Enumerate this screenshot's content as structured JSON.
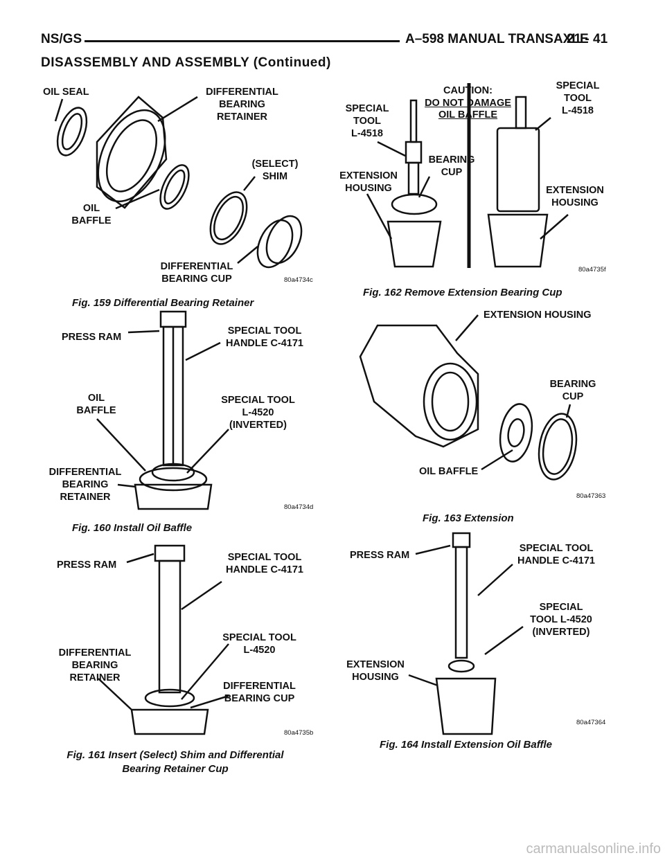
{
  "header": {
    "left": "NS/GS",
    "right": "A–598 MANUAL TRANSAXLE",
    "page": "21 - 41"
  },
  "subheading": "DISASSEMBLY AND ASSEMBLY (Continued)",
  "fig159": {
    "caption": "Fig. 159 Differential Bearing Retainer",
    "code": "80a4734c",
    "labels": {
      "oil_seal": "OIL SEAL",
      "retainer": "DIFFERENTIAL\nBEARING\nRETAINER",
      "shim": "(SELECT)\nSHIM",
      "baffle": "OIL\nBAFFLE",
      "cup": "DIFFERENTIAL\nBEARING CUP"
    }
  },
  "fig160": {
    "caption": "Fig. 160 Install Oil Baffle",
    "code": "80a4734d",
    "labels": {
      "press_ram": "PRESS RAM",
      "handle": "SPECIAL TOOL\nHANDLE C-4171",
      "baffle": "OIL\nBAFFLE",
      "tool": "SPECIAL TOOL\nL-4520\n(INVERTED)",
      "retainer": "DIFFERENTIAL\nBEARING\nRETAINER"
    }
  },
  "fig161": {
    "caption": "Fig. 161 Insert (Select) Shim and Differential\nBearing Retainer Cup",
    "code": "80a4735b",
    "labels": {
      "press_ram": "PRESS RAM",
      "handle": "SPECIAL TOOL\nHANDLE C-4171",
      "retainer": "DIFFERENTIAL\nBEARING\nRETAINER",
      "tool": "SPECIAL TOOL\nL-4520",
      "cup": "DIFFERENTIAL\nBEARING CUP"
    }
  },
  "fig162": {
    "caption": "Fig. 162 Remove Extension Bearing Cup",
    "code": "80a4735f",
    "labels": {
      "caution": "CAUTION:",
      "caution2": "DO NOT DAMAGE",
      "caution3": "OIL BAFFLE",
      "tool_left": "SPECIAL\nTOOL\nL-4518",
      "tool_right": "SPECIAL\nTOOL\nL-4518",
      "housing_left": "EXTENSION\nHOUSING",
      "cup": "BEARING\nCUP",
      "housing_right": "EXTENSION\nHOUSING"
    }
  },
  "fig163": {
    "caption": "Fig. 163 Extension",
    "code": "80a47363",
    "labels": {
      "housing": "EXTENSION HOUSING",
      "cup": "BEARING\nCUP",
      "baffle": "OIL BAFFLE"
    }
  },
  "fig164": {
    "caption": "Fig. 164 Install Extension Oil Baffle",
    "code": "80a47364",
    "labels": {
      "press_ram": "PRESS RAM",
      "handle": "SPECIAL TOOL\nHANDLE C-4171",
      "tool": "SPECIAL\nTOOL L-4520\n(INVERTED)",
      "housing": "EXTENSION\nHOUSING"
    }
  },
  "watermark": "carmanualsonline.info"
}
